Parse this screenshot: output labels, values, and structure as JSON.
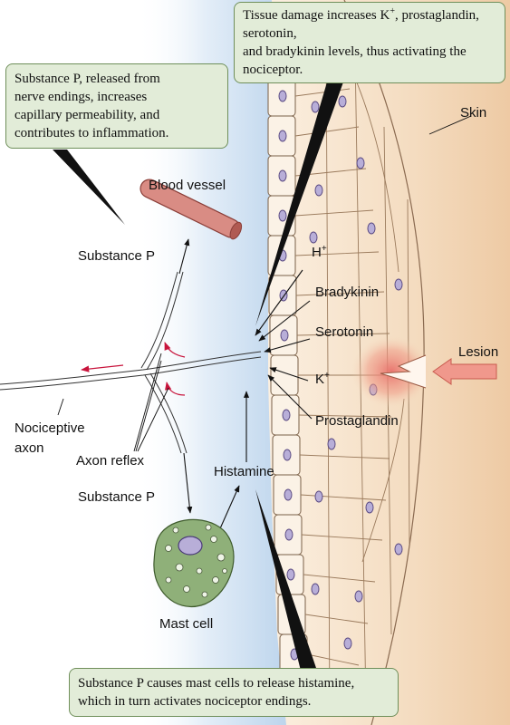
{
  "callouts": {
    "tissue_damage": {
      "pre": "Tissue damage increases K",
      "sup": "+",
      "line1_rest": ", prostaglandin, serotonin,",
      "line2": "and bradykinin levels,  thus activating the nociceptor."
    },
    "substance_p_release": {
      "lines": [
        "Substance P, released from",
        "nerve endings, increases",
        "capillary permeability, and",
        "contributes to inflammation."
      ]
    },
    "mast_cells": {
      "lines": [
        "Substance P causes mast cells to release histamine,",
        "which in turn activates nociceptor endings."
      ]
    }
  },
  "labels": {
    "skin": "Skin",
    "blood_vessel": "Blood vessel",
    "substance_p_top": "Substance P",
    "h_plus": {
      "base": "H",
      "sup": "+"
    },
    "bradykinin": "Bradykinin",
    "serotonin": "Serotonin",
    "k_plus": {
      "base": "K",
      "sup": "+"
    },
    "prostaglandin": "Prostaglandin",
    "lesion": "Lesion",
    "nociceptive_axon": [
      "Nociceptive",
      "axon"
    ],
    "axon_reflex": "Axon reflex",
    "substance_p_bottom": "Substance P",
    "histamine": "Histamine",
    "mast_cell": "Mast cell"
  },
  "colors": {
    "callout_fill": "#e2ecd8",
    "skin_fill": "#f4dcc0",
    "tissue_fluid": "#c9dcef",
    "blood_vessel": "#d98c84",
    "lesion": "#e8706a",
    "lesion_arrow": "#f0988c",
    "mast_cell": "#8fb079",
    "nucleus": "#b8aed8",
    "reflex_arrow": "#c8143c"
  }
}
